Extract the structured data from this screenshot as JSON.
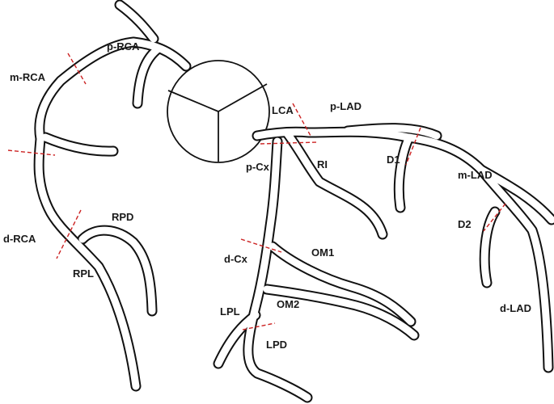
{
  "labels": {
    "p_rca": "p-RCA",
    "m_rca": "m-RCA",
    "d_rca": "d-RCA",
    "rpd": "RPD",
    "rpl": "RPL",
    "lca": "LCA",
    "p_lad": "p-LAD",
    "ri": "RI",
    "p_cx": "p-Cx",
    "d1": "D1",
    "m_lad": "m-LAD",
    "d2": "D2",
    "d_lad": "d-LAD",
    "om1": "OM1",
    "d_cx": "d-Cx",
    "om2": "OM2",
    "lpl": "LPL",
    "lpd": "LPD"
  },
  "colors": {
    "vessel_outline": "#111111",
    "segment_cut": "#cc2222"
  }
}
